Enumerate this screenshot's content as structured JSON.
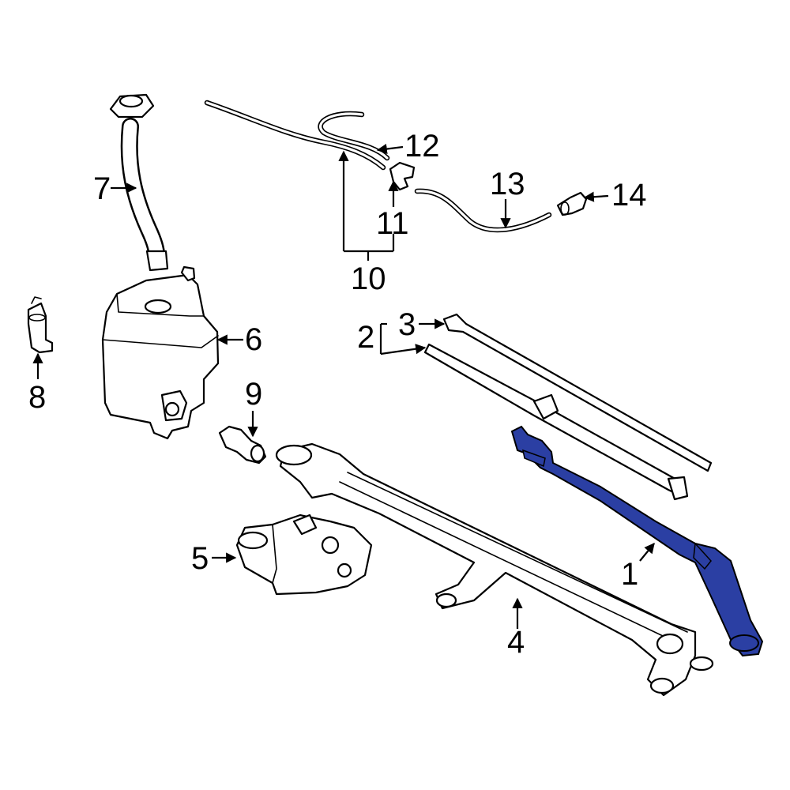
{
  "diagram": {
    "highlight_color": "#2b3fa3",
    "line_color": "#000000",
    "background": "#ffffff",
    "callouts": [
      {
        "id": "1",
        "text": "1",
        "highlighted": true
      },
      {
        "id": "2",
        "text": "2"
      },
      {
        "id": "3",
        "text": "3"
      },
      {
        "id": "4",
        "text": "4"
      },
      {
        "id": "5",
        "text": "5"
      },
      {
        "id": "6",
        "text": "6"
      },
      {
        "id": "7",
        "text": "7"
      },
      {
        "id": "8",
        "text": "8"
      },
      {
        "id": "9",
        "text": "9"
      },
      {
        "id": "10",
        "text": "10"
      },
      {
        "id": "11",
        "text": "11"
      },
      {
        "id": "12",
        "text": "12"
      },
      {
        "id": "13",
        "text": "13"
      },
      {
        "id": "14",
        "text": "14"
      }
    ]
  }
}
